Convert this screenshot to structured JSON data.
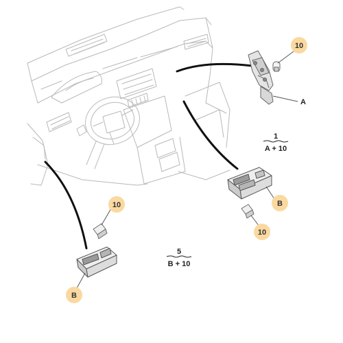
{
  "diagram": {
    "callouts": [
      {
        "id": "callout-10-top-right",
        "label": "10"
      },
      {
        "id": "callout-10-left",
        "label": "10"
      },
      {
        "id": "callout-10-bottom-right",
        "label": "10"
      },
      {
        "id": "callout-b-right",
        "label": "B"
      },
      {
        "id": "callout-b-left",
        "label": "B"
      }
    ],
    "letter_label_a": "A",
    "references": [
      {
        "id": "ref-1",
        "number": "1",
        "formula": "A + 10"
      },
      {
        "id": "ref-5",
        "number": "5",
        "formula": "B + 10"
      }
    ],
    "colors": {
      "badge_fill": "#FAD9A0",
      "line": "#111111",
      "outline": "#b8b8b8",
      "part_fill": "#e9e9e9"
    }
  }
}
